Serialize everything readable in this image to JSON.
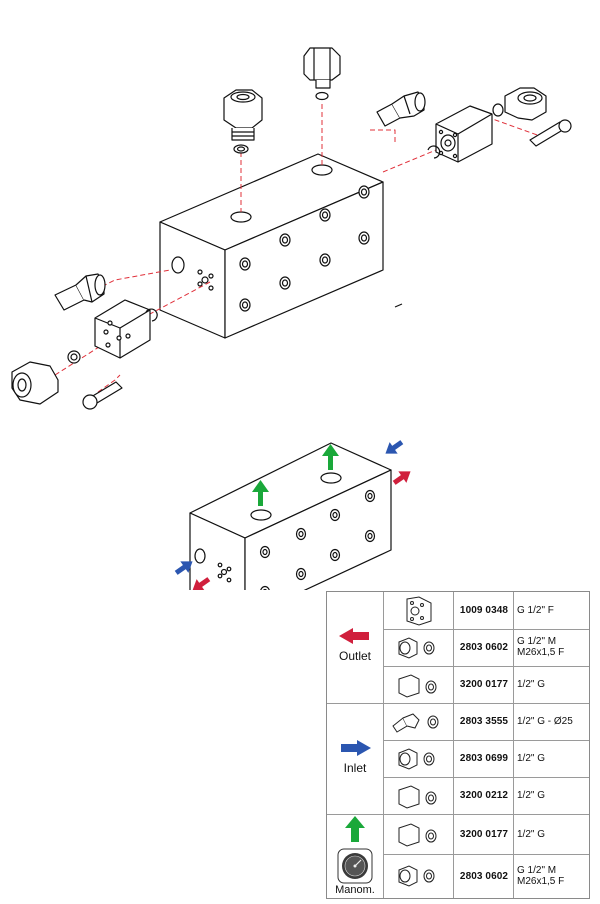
{
  "table": {
    "groups": [
      {
        "label": "Outlet",
        "arrow_color": "#d01f3c"
      },
      {
        "label": "Inlet",
        "arrow_color": "#2b56b0"
      },
      {
        "label": "Manom.",
        "arrow_color": "#1aa83a"
      }
    ],
    "rows": [
      {
        "code": "1009 0348",
        "desc": [
          "G 1/2\" F"
        ]
      },
      {
        "code": "2803 0602",
        "desc": [
          "G 1/2\" M",
          "M26x1,5 F"
        ]
      },
      {
        "code": "3200 0177",
        "desc": [
          "1/2\" G"
        ]
      },
      {
        "code": "2803 3555",
        "desc": [
          "1/2\" G - Ø25"
        ]
      },
      {
        "code": "2803 0699",
        "desc": [
          "1/2\" G"
        ]
      },
      {
        "code": "3200 0212",
        "desc": [
          "1/2\" G"
        ]
      },
      {
        "code": "3200 0177",
        "desc": [
          "1/2\" G"
        ]
      },
      {
        "code": "2803 0602",
        "desc": [
          "G 1/2\" M",
          "M26x1,5 F"
        ]
      }
    ]
  },
  "colors": {
    "outlet": "#d01f3c",
    "inlet": "#2b56b0",
    "manometer": "#1aa83a",
    "line": "#111111",
    "dash": "#e0303a"
  },
  "icons": [
    "manifold-block",
    "fitting",
    "plug",
    "hose-barb",
    "gauge-icon"
  ]
}
